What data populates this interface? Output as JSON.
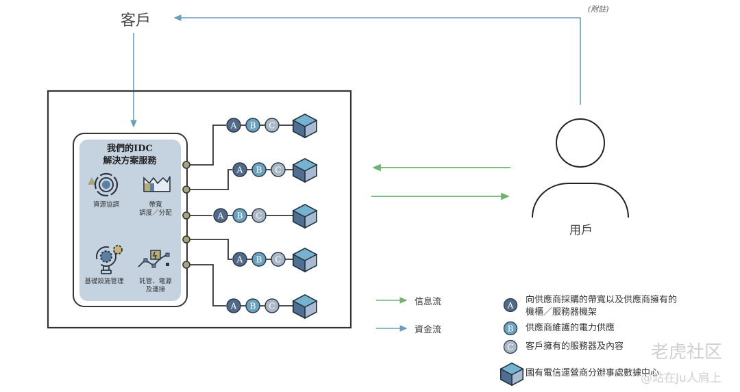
{
  "diagram": {
    "client_label": "客戶",
    "note_label": "(附註)",
    "user_label": "用戶",
    "panel": {
      "title_line1": "我們的IDC",
      "title_line2": "解決方案服務",
      "services": [
        {
          "icon": "resource-coordination-icon",
          "label": "資源協調"
        },
        {
          "icon": "bandwidth-chart-icon",
          "label_line1": "帶寬",
          "label_line2": "調度／分配"
        },
        {
          "icon": "gear-infrastructure-icon",
          "label": "基礎設施管理"
        },
        {
          "icon": "power-network-icon",
          "label_line1": "託管、電源",
          "label_line2": "及連接"
        }
      ]
    },
    "branch_nodes": [
      "A",
      "B",
      "C"
    ],
    "branch_count": 5,
    "colors": {
      "info_flow": "#6db56d",
      "fund_flow": "#6a9fbc",
      "node_a": "#4f6a8a",
      "node_b": "#6aa3bf",
      "node_c": "#a9b8c6",
      "panel_fill": "#c5d3e0",
      "connector_dot": "#a5a57e"
    }
  },
  "legend": {
    "info_flow_label": "信息流",
    "fund_flow_label": "資金流",
    "items": [
      {
        "key": "A",
        "line1": "向供應商採購的帶寬以及供應商擁有的",
        "line2": "機櫃／服務器機架"
      },
      {
        "key": "B",
        "line1": "供應商維護的電力供應"
      },
      {
        "key": "C",
        "line1": "客戶擁有的服務器及內容"
      }
    ],
    "cube_label": "國有電信運營商分辦事處數據中心"
  },
  "watermark": {
    "brand": "老虎社区",
    "author": "@站在Ju人肩上"
  }
}
